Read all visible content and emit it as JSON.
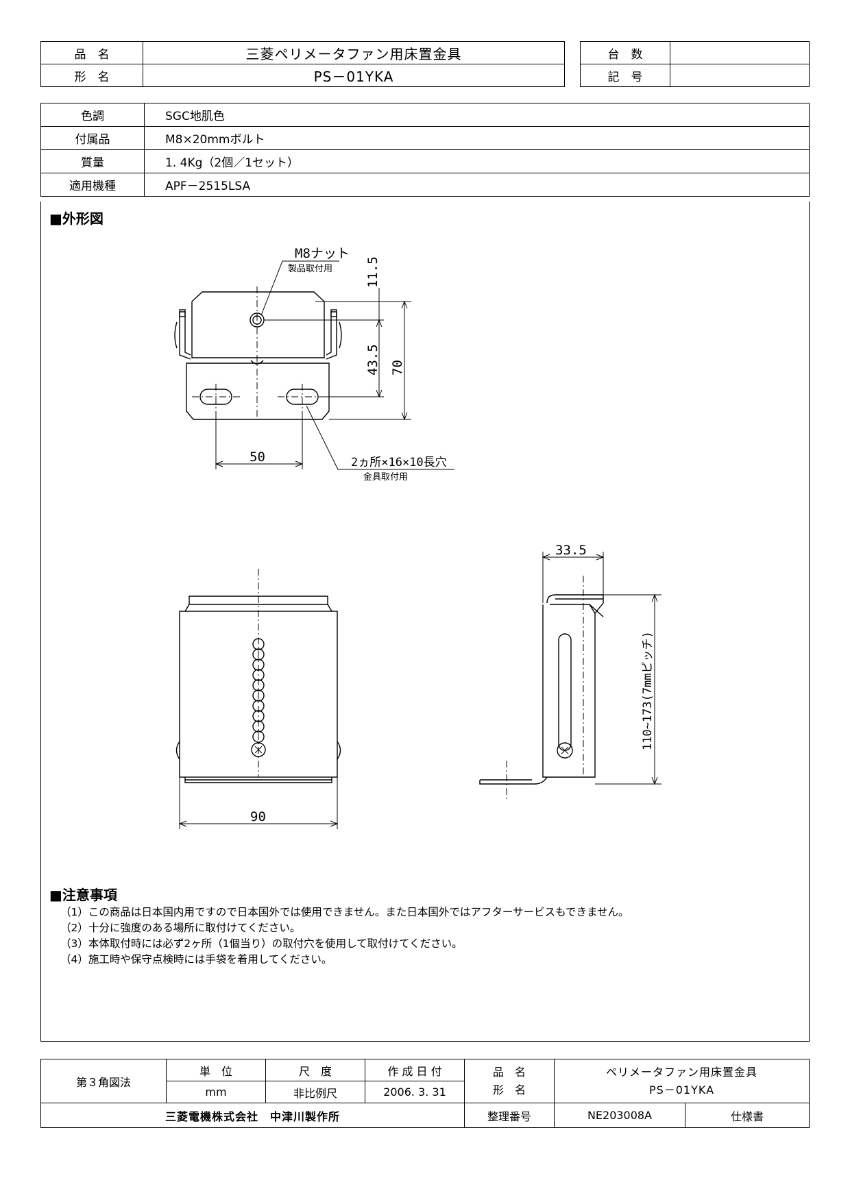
{
  "header": {
    "product_name_label": "品　名",
    "product_name": "三菱ペリメータファン用床置金具",
    "model_label": "形　名",
    "model": "PS－01YKA",
    "quantity_label": "台　数",
    "quantity": "",
    "symbol_label": "記　号",
    "symbol": ""
  },
  "spec": {
    "rows": [
      {
        "label": "色調",
        "value": "SGC地肌色"
      },
      {
        "label": "付属品",
        "value": "M8×20mmボルト"
      },
      {
        "label": "質量",
        "value": "1. 4Kg（2個／1セット）"
      },
      {
        "label": "適用機種",
        "value": "APF－2515LSA"
      }
    ]
  },
  "drawing": {
    "section_title": "■外形図",
    "top_view": {
      "nut_label": "M8ナット",
      "nut_sub": "製品取付用",
      "dim_top": "11.5",
      "dim_mid": "43.5",
      "dim_total": "70",
      "dim_pitch": "50",
      "slot_label": "2ヵ所×16×10長穴",
      "slot_sub": "金具取付用"
    },
    "front_view": {
      "dim_width": "90"
    },
    "side_view": {
      "dim_depth": "33.5",
      "dim_height": "110~173(7mmピッチ)"
    }
  },
  "notes": {
    "title": "■注意事項",
    "items": [
      "（1）この商品は日本国内用ですので日本国外では使用できません。また日本国外ではアフターサービスもできません。",
      "（2）十分に強度のある場所に取付けてください。",
      "（3）本体取付時には必ず2ヶ所（1個当り）の取付穴を使用して取付けてください。",
      "（4）施工時や保守点検時には手袋を着用してください。"
    ]
  },
  "footer": {
    "projection": "第３角図法",
    "unit_label": "単　位",
    "unit": "mm",
    "scale_label": "尺　度",
    "scale": "非比例尺",
    "date_label": "作 成 日 付",
    "date": "2006. 3. 31",
    "name_label": "品　名",
    "model_label": "形　名",
    "name": "ペリメータファン用床置金具",
    "model": "PS－01YKA",
    "company": "三菱電機株式会社　中津川製作所",
    "doc_no_label": "整理番号",
    "doc_no": "NE203008A",
    "doc_type": "仕様書"
  }
}
